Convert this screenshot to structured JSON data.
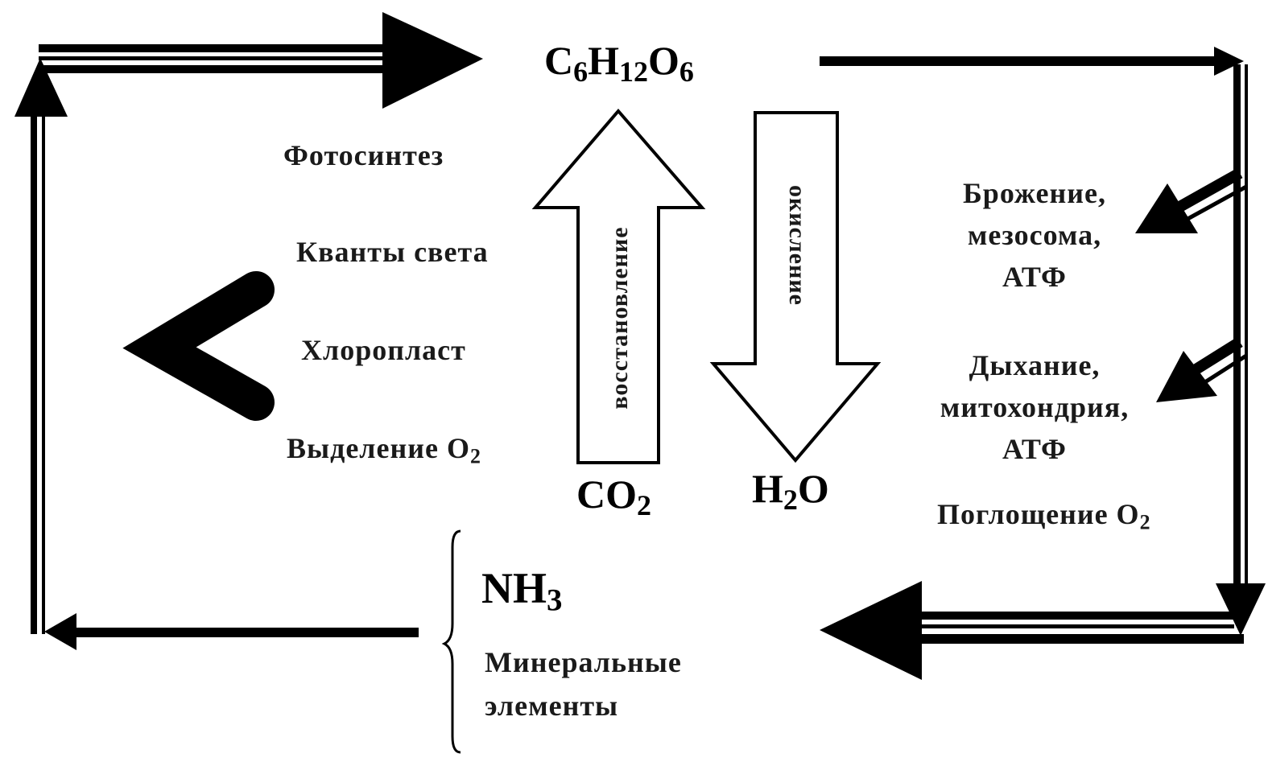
{
  "labels": {
    "glucose": {
      "main": "C",
      "s1": "6",
      "h": "H",
      "s2": "12",
      "o": "O",
      "s3": "6"
    },
    "photosynthesis": "Фотосинтез",
    "light_quanta": "Кванты света",
    "chloroplast": "Хлоропласт",
    "o2_release": {
      "text": "Выделение O",
      "sub": "2"
    },
    "reduction": "восстановление",
    "oxidation": "окисление",
    "co2": {
      "main": "CO",
      "sub": "2"
    },
    "h2o": {
      "h": "H",
      "sub": "2",
      "o": "O"
    },
    "fermentation": [
      "Брожение,",
      "мезосома,",
      "АТФ"
    ],
    "respiration": [
      "Дыхание,",
      "митохондрия,",
      "АТФ"
    ],
    "o2_uptake": {
      "text": "Поглощение O",
      "sub": "2"
    },
    "nh3": {
      "main": "NH",
      "sub": "3"
    },
    "minerals": [
      "Минеральные",
      "элементы"
    ]
  }
}
